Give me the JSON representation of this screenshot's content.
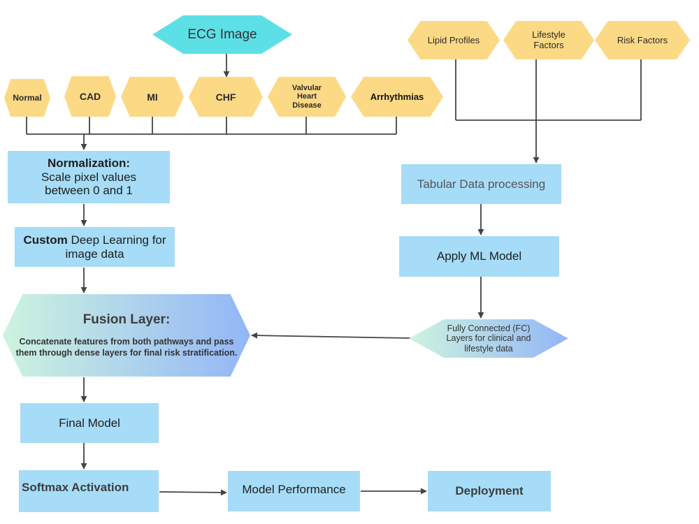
{
  "top": {
    "ecg_image": "ECG Image"
  },
  "categories": [
    "Normal",
    "CAD",
    "MI",
    "CHF",
    "Valvular Heart Disease",
    "Arrhythmias"
  ],
  "tabular_inputs": [
    "Lipid Profiles",
    "Lifestyle Factors",
    "Risk Factors"
  ],
  "image_branch": {
    "normalization_title": "Normalization:",
    "normalization_desc": "Scale pixel values between 0 and 1",
    "custom_bold": "Custom",
    "custom_rest": "Deep Learning for image data"
  },
  "tabular_branch": {
    "processing": "Tabular Data processing",
    "apply_ml": "Apply ML Model",
    "fc_layers": "Fully Connected (FC) Layers for clinical and lifestyle data"
  },
  "fusion": {
    "title": "Fusion Layer:",
    "desc": "Concatenate features from both pathways and pass them through dense layers for final risk stratification."
  },
  "final_model": "Final Model",
  "softmax": "Softmax Activation",
  "model_performance": "Model Performance",
  "deployment": "Deployment",
  "colors": {
    "ecg": "#5ddfe6",
    "category": "#fcd985",
    "process_box": "#a6dcf7",
    "gradient_start": "#cdf3df",
    "gradient_end": "#93b6f7",
    "line": "#444444"
  }
}
